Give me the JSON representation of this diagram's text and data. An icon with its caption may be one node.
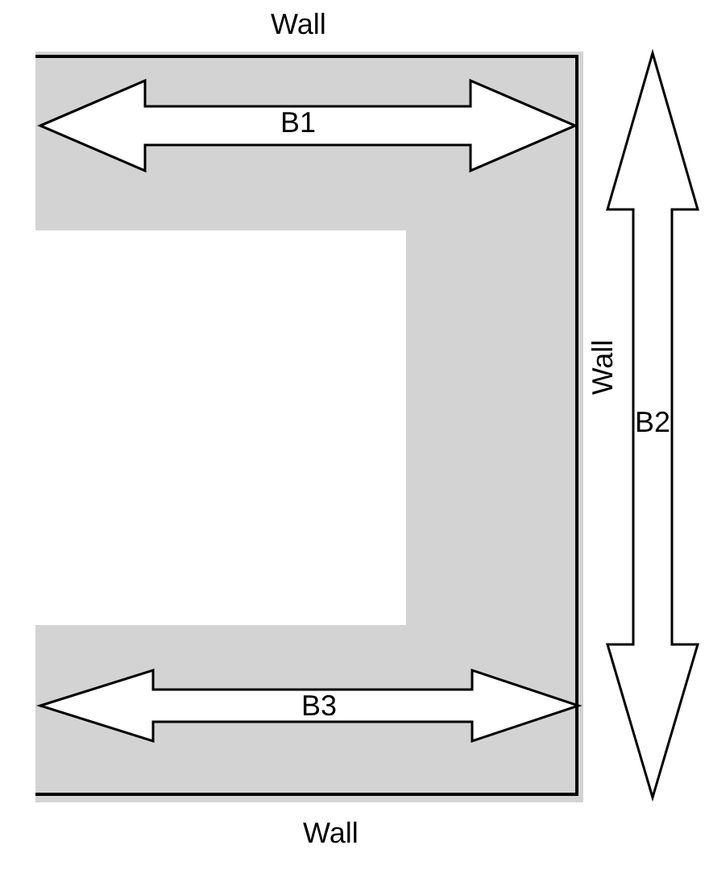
{
  "diagram": {
    "labels": [
      "Wall",
      "B1",
      "Wall",
      "B2",
      "B3",
      "Wall"
    ]
  }
}
